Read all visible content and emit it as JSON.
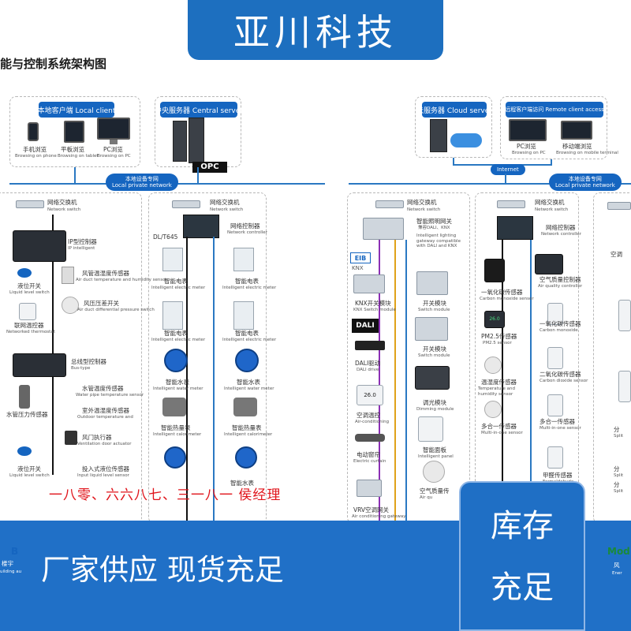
{
  "banner": {
    "company": "亚川科技"
  },
  "diagram": {
    "title": "能与控制系统架构图",
    "local_client": {
      "header": "本地客户端 Local client",
      "phone": "手机浏览",
      "phone_en": "Browsing on phone",
      "tablet": "平板浏览",
      "tablet_en": "Browsing on tablet",
      "pc": "PC浏览",
      "pc_en": "Browsing on PC"
    },
    "central_server": {
      "header": "中央服务器 Central server",
      "logo": "OPC"
    },
    "cloud_server": {
      "header": "云服务器 Cloud server"
    },
    "remote_client": {
      "header": "远程客户端访问 Remote client access",
      "pc": "PC浏览",
      "pc_en": "Browsing on PC",
      "mobile": "移动端浏览",
      "mobile_en": "Browsing on mobile terminal"
    },
    "internet": "Internet",
    "local_network_left": {
      "cn": "本地设备专网",
      "en": "Local private network"
    },
    "local_network_right": {
      "cn": "本地设备专网",
      "en": "Local private network"
    },
    "col_left": {
      "switch": {
        "cn": "网络交换机",
        "en": "Network switch"
      },
      "ip_controller": {
        "cn": "IP型控制器",
        "en": "IP intelligent"
      },
      "liquid_level": {
        "cn": "液位开关",
        "en": "Liquid level switch"
      },
      "duct_temp": {
        "cn": "风管温湿度传感器",
        "en": "Air duct temperature and humidity sensor"
      },
      "diff_pressure": {
        "cn": "风压压差开关",
        "en": "Air duct differential pressure switch"
      },
      "thermostat": {
        "cn": "联网温控器",
        "en": "Networked thermostat"
      },
      "bus_controller": {
        "cn": "总线型控制器",
        "en": "Bus-type"
      },
      "water_pipe_temp": {
        "cn": "水管温度传感器",
        "en": "Water pipe temperature sensor"
      },
      "pipe_pressure": {
        "cn": "水管压力传感器",
        "en": ""
      },
      "outdoor_temp": {
        "cn": "室外温湿度传感器",
        "en": "Outdoor temperature and"
      },
      "valve_actuator": {
        "cn": "风门执行器",
        "en": "Ventilation door actuator"
      },
      "liquid_level2": {
        "cn": "液位开关",
        "en": "Liquid level switch"
      },
      "input_liquid": {
        "cn": "投入式液位传感器",
        "en": "Input liquid level sensor"
      }
    },
    "col_meters": {
      "switch": {
        "cn": "网络交换机",
        "en": "Network switch"
      },
      "controller": {
        "cn": "网络控制器",
        "en": "Network controller"
      },
      "protocol": "DL/T645",
      "electric": {
        "cn": "智能电表",
        "en": "Intelligent electric meter"
      },
      "water": {
        "cn": "智能水表",
        "en": "Intelligent water meter"
      },
      "calorimeter": {
        "cn": "智能热量表",
        "en": "Intelligent calorimeter"
      },
      "water_short": {
        "cn": "智能水表",
        "en": ""
      }
    },
    "col_lighting": {
      "switch": {
        "cn": "网络交换机",
        "en": "Network switch"
      },
      "gateway": {
        "cn": "智能照明网关",
        "cn2": "兼容DALI、KNX",
        "en": "Intelligent lighting gateway compatible with DALI and KNX"
      },
      "knx_logo": "KNX",
      "eib_logo": "EIB",
      "knx_module": {
        "cn": "KNX开关模块",
        "en": "KNX Switch module"
      },
      "switch_module": {
        "cn": "开关模块",
        "en": "Switch module"
      },
      "dali_logo": "DALI",
      "dali_drive": {
        "cn": "DALI驱动",
        "en": "DALI drive"
      },
      "dimming": {
        "cn": "调光模块",
        "en": "Dimming module"
      },
      "ac_control": {
        "cn": "空调温控",
        "en": "Air-conditioning"
      },
      "ac_display": "26.0",
      "curtain": {
        "cn": "电动窗帘",
        "en": "Electric curtain"
      },
      "panel": {
        "cn": "智能面板",
        "en": "Intelligent panel"
      },
      "vrv": {
        "cn": "VRV空调网关",
        "en": "Air conditioning gateway"
      },
      "air_quality_short": {
        "cn": "空气质量传",
        "en": "Air qu"
      }
    },
    "col_air": {
      "switch": {
        "cn": "网络交换机",
        "en": "Network switch"
      },
      "controller": {
        "cn": "网络控制器",
        "en": "Network controller"
      },
      "air_quality_ctrl": {
        "cn": "空气质量控制器",
        "en": "Air quality controller"
      },
      "co_sensor": {
        "cn": "一氧化碳传感器",
        "en": "Carbon monoxide sensor"
      },
      "pm25": {
        "cn": "PM2.5传感器",
        "en": "PM2.5 sensor"
      },
      "temp_hum": {
        "cn": "温湿度传感器",
        "en": "Temperature and humidity sensor"
      },
      "multi": {
        "cn": "多合一传感器",
        "en": "Multi-in-one sensor"
      },
      "co_right": {
        "cn": "一氧化碳传感器",
        "en": "Carbon monoxide"
      },
      "co2_right": {
        "cn": "二氧化碳传感器",
        "en": "Carbon dioxide sensor"
      },
      "multi_right": {
        "cn": "多合一传感器",
        "en": "Multi-in-one sensor"
      },
      "formaldehyde": {
        "cn": "甲醛传感器",
        "en": "Formaldehyde"
      },
      "display": "26.0"
    },
    "col_far_right": {
      "label_a": "空调",
      "split_a": "分",
      "split_a_en": "Split",
      "split_b": "分",
      "split_b_en": "Split",
      "label_c": "分",
      "label_c_en": "Split"
    },
    "bottom_left_partial": {
      "brand": "B",
      "line1": "楼宇",
      "line2": "uilding au"
    },
    "bottom_right_partial": {
      "brand": "Mod",
      "line1": "风",
      "line2": "Ener"
    }
  },
  "contact": "一八零、六六八七、三一八一  侯经理",
  "footer": {
    "slogan": "厂家供应  现货充足"
  },
  "stock_badge": {
    "line1": "库存",
    "line2": "充足"
  },
  "colors": {
    "brand_blue": "#1d6fbf",
    "line_blue": "#2a78c2",
    "red": "#e0141b"
  }
}
